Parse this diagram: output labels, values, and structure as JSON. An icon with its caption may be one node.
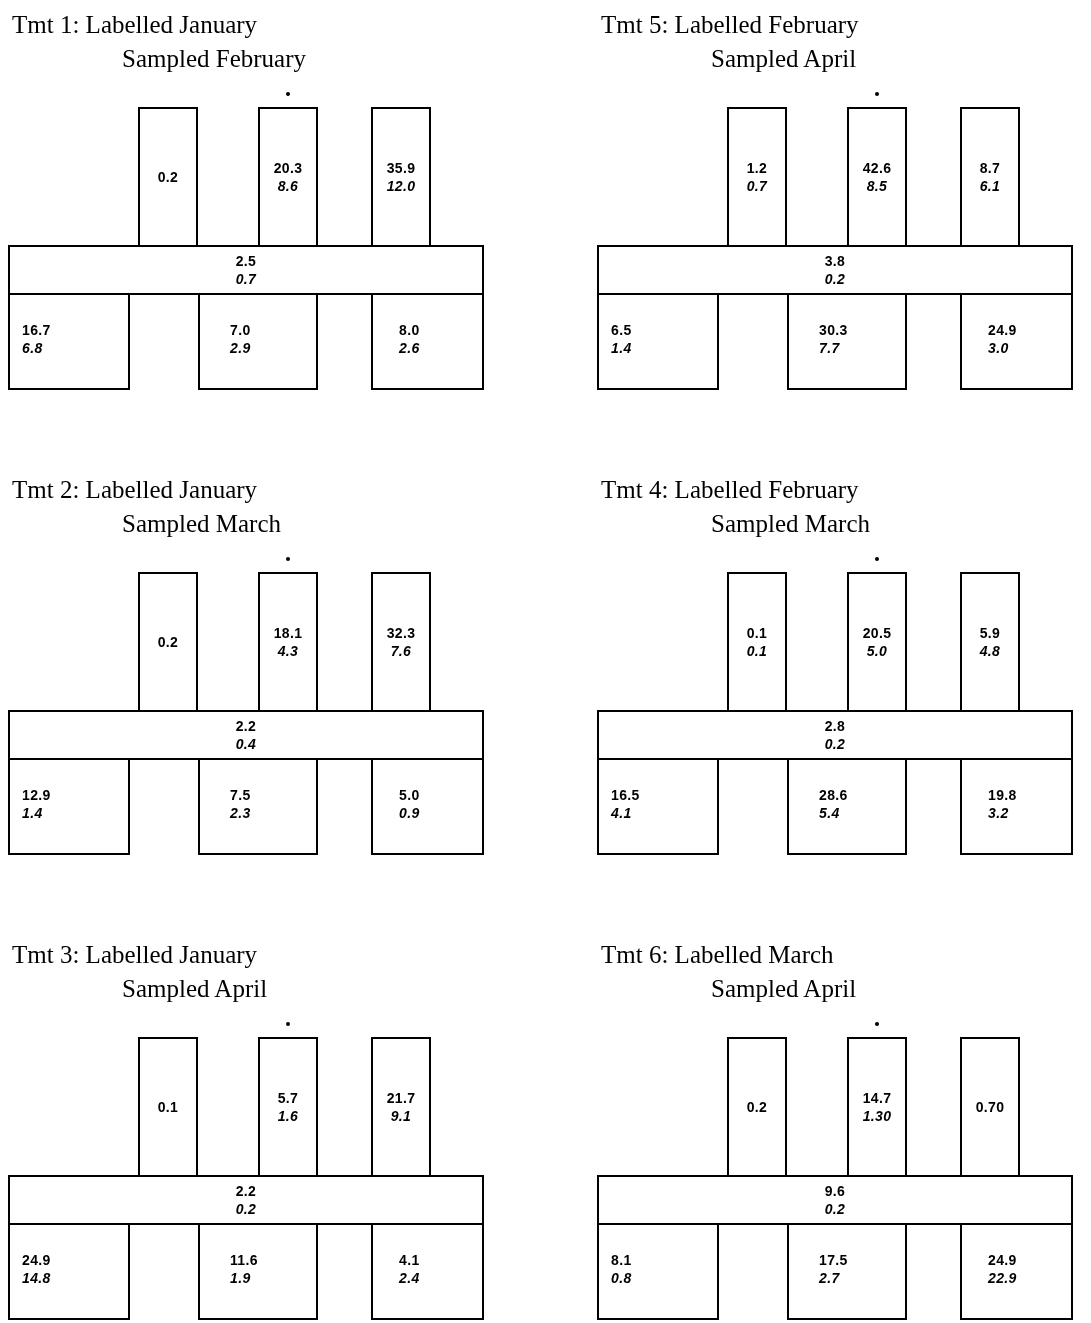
{
  "diagram": {
    "nodes": [
      {
        "text": [
          "0.2"
        ]
      },
      {
        "text": [
          "20.3",
          "8.6"
        ]
      },
      {
        "text": [
          "35.9",
          "12.0"
        ]
      },
      {
        "text": [
          "2.5",
          "0.7"
        ]
      },
      {
        "text": [
          "16.7",
          "6.8"
        ]
      },
      {
        "text": [
          "7.0",
          "2.9"
        ]
      },
      {
        "text": [
          "8.0",
          "2.6"
        ]
      },
      {
        "text": [
          "1.2",
          "0.7"
        ]
      },
      {
        "text": [
          "42.6",
          "8.5"
        ]
      },
      {
        "text": [
          "8.7",
          "6.1"
        ]
      },
      {
        "text": [
          "3.8",
          "0.2"
        ]
      },
      {
        "text": [
          "6.5",
          "1.4"
        ]
      },
      {
        "text": [
          "30.3",
          "7.7"
        ]
      },
      {
        "text": [
          "24.9",
          "3.0"
        ]
      },
      {
        "text": [
          "0.2"
        ]
      },
      {
        "text": [
          "18.1",
          "4.3"
        ]
      },
      {
        "text": [
          "32.3",
          "7.6"
        ]
      },
      {
        "text": [
          "2.2",
          "0.4"
        ]
      },
      {
        "text": [
          "12.9",
          "1.4"
        ]
      },
      {
        "text": [
          "7.5",
          "2.3"
        ]
      },
      {
        "text": [
          "5.0",
          "0.9"
        ]
      },
      {
        "text": [
          "0.1",
          "0.1"
        ]
      },
      {
        "text": [
          "20.5",
          "5.0"
        ]
      },
      {
        "text": [
          "5.9",
          "4.8"
        ]
      },
      {
        "text": [
          "2.8",
          "0.2"
        ]
      },
      {
        "text": [
          "16.5",
          "4.1"
        ]
      },
      {
        "text": [
          "28.6",
          "5.4"
        ]
      },
      {
        "text": [
          "19.8",
          "3.2"
        ]
      },
      {
        "text": [
          "0.1"
        ]
      },
      {
        "text": [
          "5.7",
          "1.6"
        ]
      },
      {
        "text": [
          "21.7",
          "9.1"
        ]
      },
      {
        "text": [
          "2.2",
          "0.2"
        ]
      },
      {
        "text": [
          "24.9",
          "14.8"
        ]
      },
      {
        "text": [
          "11.6",
          "1.9"
        ]
      },
      {
        "text": [
          "4.1",
          "2.4"
        ]
      },
      {
        "text": [
          "0.2"
        ]
      },
      {
        "text": [
          "14.7",
          "1.30"
        ]
      },
      {
        "text": [
          "0.70"
        ]
      },
      {
        "text": [
          "9.6",
          "0.2"
        ]
      },
      {
        "text": [
          "8.1",
          "0.8"
        ]
      },
      {
        "text": [
          "17.5",
          "2.7"
        ]
      },
      {
        "text": [
          "24.9",
          "22.9"
        ]
      }
    ],
    "labels": [
      "Tmt 1: Labelled January",
      "Sampled February",
      "Tmt 5: Labelled February",
      "Sampled April",
      "Tmt 2: Labelled January",
      "Sampled March",
      "Tmt 4: Labelled February",
      "Sampled March",
      "Tmt 3: Labelled January",
      "Sampled April",
      "Tmt 6: Labelled March",
      "Sampled April"
    ]
  }
}
